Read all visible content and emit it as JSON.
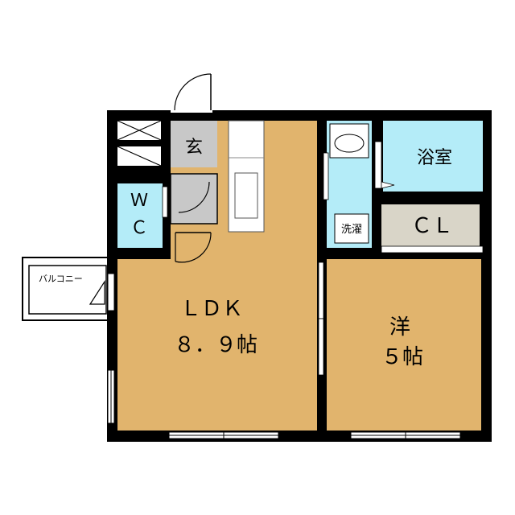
{
  "rooms": {
    "ldk": {
      "name": "ＬＤＫ",
      "size": "８．９帖"
    },
    "western": {
      "name": "洋",
      "size": "５帖"
    },
    "bath": {
      "name": "浴室"
    },
    "closet": {
      "name": "ＣＬ"
    },
    "entrance": {
      "name": "玄"
    },
    "wc": {
      "line1": "Ｗ",
      "line2": "Ｃ"
    },
    "laundry": {
      "name": "洗濯"
    },
    "balcony": {
      "name": "バルコニー"
    }
  },
  "colors": {
    "wall": "#000000",
    "floor_wood": "#e1b46d",
    "water_area": "#b4ecf8",
    "entrance_gray": "#c8c8c8",
    "closet_gray": "#d9d5c8",
    "background": "#ffffff"
  }
}
